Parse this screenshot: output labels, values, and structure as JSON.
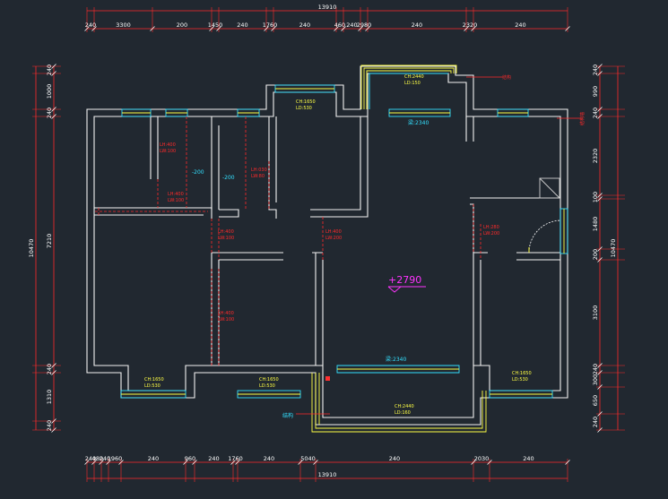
{
  "dimensions": {
    "top_total": "13910",
    "top_segments": [
      "240",
      "3300",
      "200",
      "1450",
      "240",
      "1760",
      "240",
      "460",
      "240",
      "2980",
      "240",
      "2320",
      "240"
    ],
    "bottom_total": "13910",
    "bottom_segments": [
      "240",
      "480",
      "240",
      "1960",
      "240",
      "960",
      "240",
      "1760",
      "240",
      "5040",
      "240",
      "2030",
      "240"
    ],
    "left_total": "10470",
    "left_segments": [
      "240",
      "1000",
      "240",
      "7210",
      "240",
      "1310",
      "240"
    ],
    "right_total": "10470",
    "right_segments": [
      "240",
      "990",
      "240",
      "2320",
      "100",
      "1480",
      "200",
      "3100",
      "240",
      "300",
      "650",
      "240"
    ]
  },
  "window_labels": [
    {
      "id": "bay-top",
      "lines": [
        "CH:2440",
        "LD:150"
      ]
    },
    {
      "id": "win-top-mid",
      "lines": [
        "CH:1650",
        "LD:530"
      ]
    },
    {
      "id": "win-bot-left",
      "lines": [
        "CH:1650",
        "LD:530"
      ]
    },
    {
      "id": "win-bot-mid",
      "lines": [
        "CH:1650",
        "LD:530"
      ]
    },
    {
      "id": "win-bot-right",
      "lines": [
        "CH:1650",
        "LD:530"
      ]
    },
    {
      "id": "bay-bottom",
      "lines": [
        "CH:2440",
        "LD:160"
      ]
    }
  ],
  "opening_labels": [
    {
      "id": "lh1",
      "lines": [
        "LH:400",
        "LW:100"
      ]
    },
    {
      "id": "lh2",
      "lines": [
        "LH:400",
        "LW:100"
      ]
    },
    {
      "id": "lh3",
      "lines": [
        "LH:030",
        "LW:80"
      ]
    },
    {
      "id": "lh4",
      "lines": [
        "LH:400",
        "LW:100"
      ]
    },
    {
      "id": "lh5",
      "lines": [
        "LH:400",
        "LW:200"
      ]
    },
    {
      "id": "lh6",
      "lines": [
        "LH:280",
        "LW:200"
      ]
    },
    {
      "id": "lh7",
      "lines": [
        "LH:400",
        "LW:100"
      ]
    }
  ],
  "level_notes": [
    "-200",
    "-200"
  ],
  "floor_level": "+2790",
  "beam_labels": [
    "梁:2340",
    "梁:2340"
  ],
  "annotations": {
    "top_right_red": "结构",
    "right_wall_red": "结构墙",
    "bottom_left_cyan": "结构"
  }
}
